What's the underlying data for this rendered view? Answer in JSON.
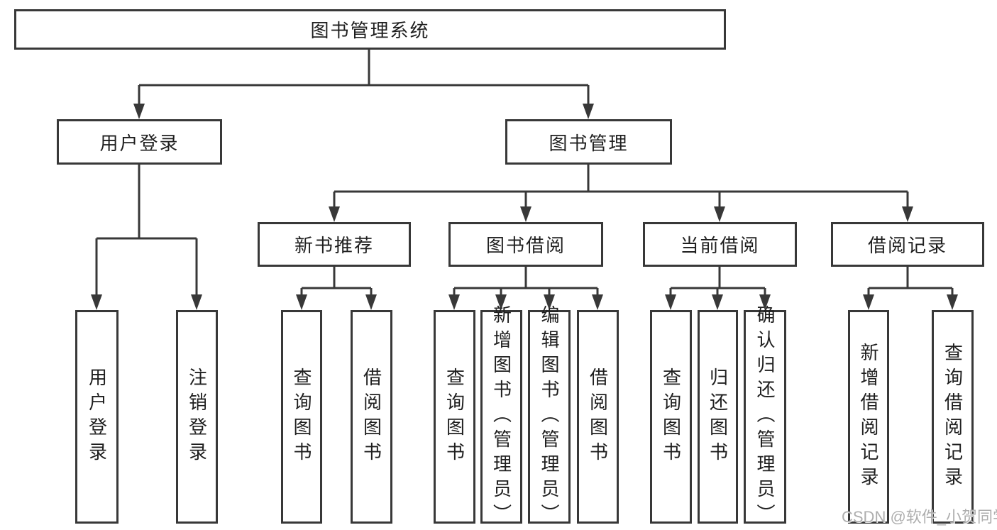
{
  "tree": {
    "label": "图书管理系统",
    "children": [
      {
        "label": "用户登录",
        "children": [
          {
            "label": "用户登录"
          },
          {
            "label": "注销登录"
          }
        ]
      },
      {
        "label": "图书管理",
        "children": [
          {
            "label": "新书推荐",
            "children": [
              {
                "label": "查询图书"
              },
              {
                "label": "借阅图书"
              }
            ]
          },
          {
            "label": "图书借阅",
            "children": [
              {
                "label": "查询图书"
              },
              {
                "label": "新增图书（管理员）"
              },
              {
                "label": "编辑图书（管理员）"
              },
              {
                "label": "借阅图书"
              }
            ]
          },
          {
            "label": "当前借阅",
            "children": [
              {
                "label": "查询图书"
              },
              {
                "label": "归还图书"
              },
              {
                "label": "确认归还（管理员）"
              }
            ]
          },
          {
            "label": "借阅记录",
            "children": [
              {
                "label": "新增借阅记录"
              },
              {
                "label": "查询借阅记录"
              }
            ]
          }
        ]
      }
    ]
  },
  "watermark": "CSDN @软件_小贺同学",
  "colors": {
    "line": "#383838",
    "box_border": "#383838",
    "text": "#1f1f1f",
    "watermark": "#aeaeae",
    "background": "#ffffff"
  }
}
